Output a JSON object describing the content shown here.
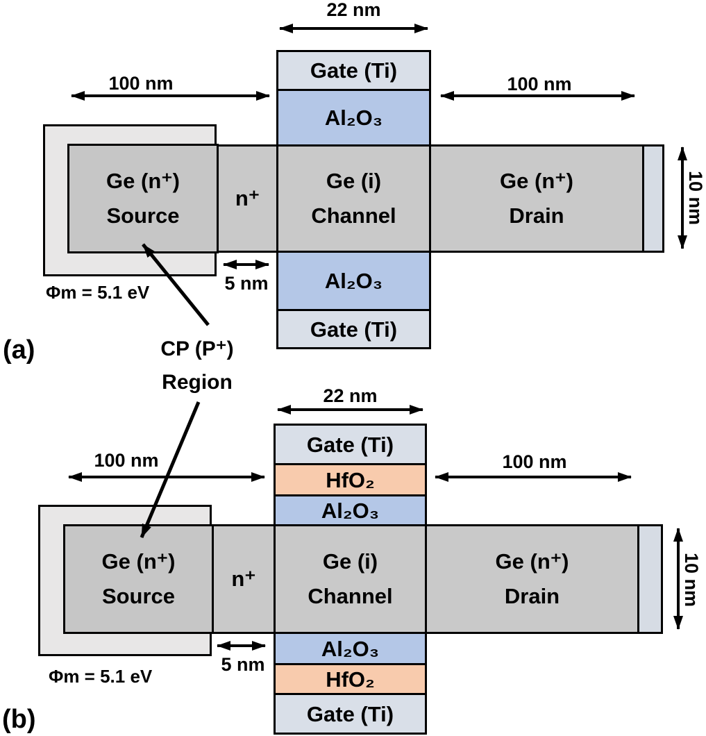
{
  "colors": {
    "gate": "#d9dfe8",
    "oxide": "#b4c7e7",
    "hfo2": "#f8cbad",
    "semiconductor": "#c9c9c9",
    "source_fill": "#c6c6c6",
    "electrode": "#e8e7e7",
    "contact": "#d6dce4",
    "ink": "#000000"
  },
  "panel_a": {
    "tag": "(a)",
    "gate_width": "22 nm",
    "source_length": "100 nm",
    "drain_length": "100 nm",
    "channel_thickness": "10 nm",
    "spacer": "5 nm",
    "work_function": "Φm = 5.1 eV",
    "gate_top": "Gate (Ti)",
    "oxide_top": "Al₂O₃",
    "oxide_bottom": "Al₂O₃",
    "gate_bottom": "Gate (Ti)",
    "source_line1": "Ge (n⁺)",
    "source_line2": "Source",
    "n_plus": "n⁺",
    "channel_line1": "Ge (i)",
    "channel_line2": "Channel",
    "drain_line1": "Ge (n⁺)",
    "drain_line2": "Drain"
  },
  "panel_b": {
    "tag": "(b)",
    "gate_width": "22 nm",
    "source_length": "100 nm",
    "drain_length": "100 nm",
    "channel_thickness": "10 nm",
    "spacer": "5 nm",
    "work_function": "Φm = 5.1 eV",
    "gate_top": "Gate (Ti)",
    "hfo2_top": "HfO₂",
    "oxide_top": "Al₂O₃",
    "oxide_bottom": "Al₂O₃",
    "hfo2_bottom": "HfO₂",
    "gate_bottom": "Gate (Ti)",
    "source_line1": "Ge (n⁺)",
    "source_line2": "Source",
    "n_plus": "n⁺",
    "channel_line1": "Ge (i)",
    "channel_line2": "Channel",
    "drain_line1": "Ge (n⁺)",
    "drain_line2": "Drain"
  },
  "annotation": {
    "cp_line1": "CP (P⁺)",
    "cp_line2": "Region"
  }
}
